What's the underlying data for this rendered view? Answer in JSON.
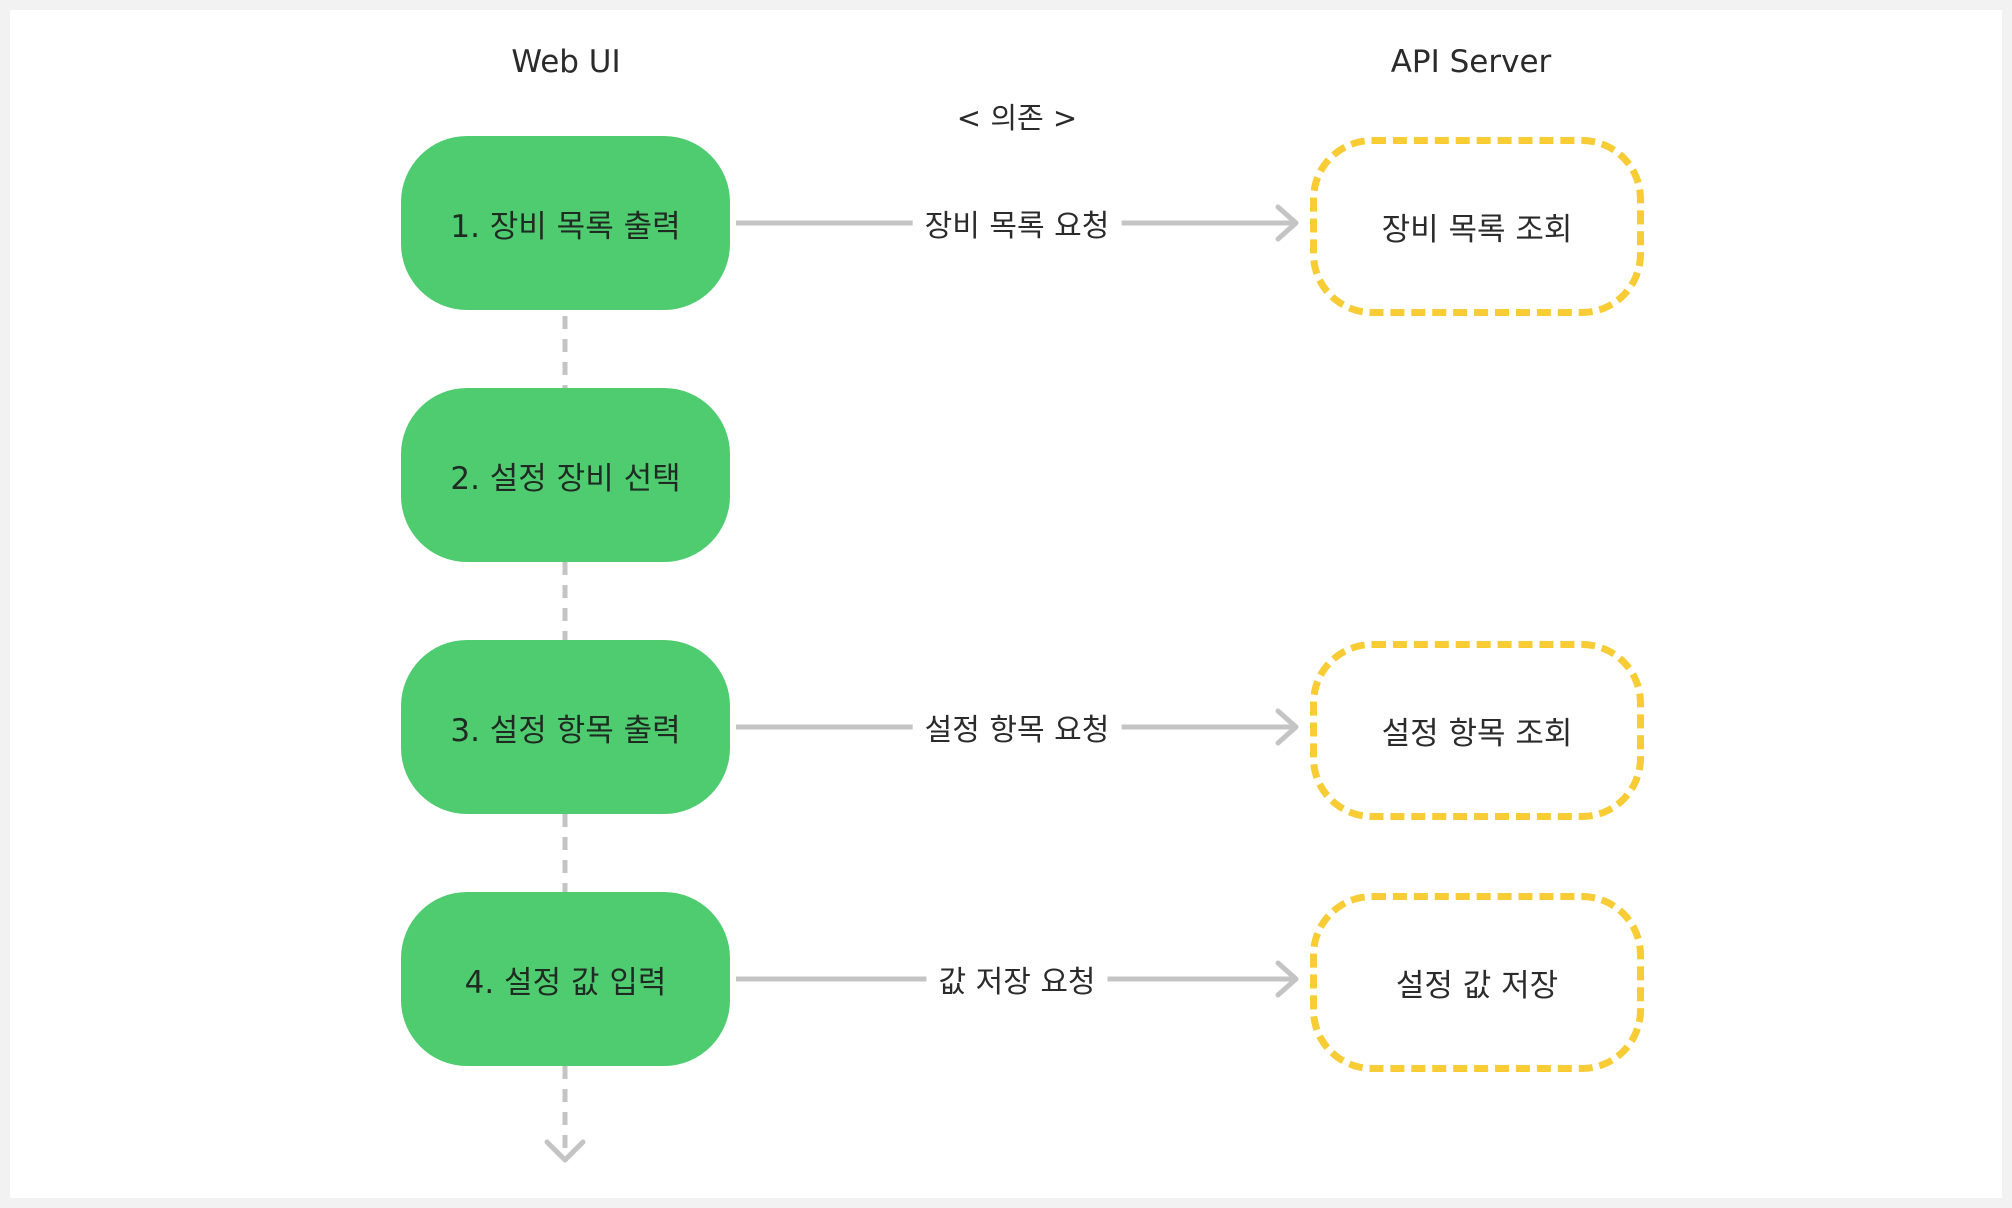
{
  "columns": {
    "left_title": "Web UI",
    "right_title": "API Server",
    "dependency_label": "< 의존 >"
  },
  "steps": [
    {
      "label": "1. 장비 목록 출력",
      "request": "장비 목록 요청",
      "api": "장비 목록 조회"
    },
    {
      "label": "2. 설정 장비 선택"
    },
    {
      "label": "3. 설정 항목 출력",
      "request": "설정 항목 요청",
      "api": "설정 항목 조회"
    },
    {
      "label": "4. 설정 값 입력",
      "request": "값 저장 요청",
      "api": "설정 값 저장"
    }
  ],
  "colors": {
    "step_fill": "#4fcc70",
    "api_border": "#f7cc35",
    "connector": "#c4c4c4"
  }
}
